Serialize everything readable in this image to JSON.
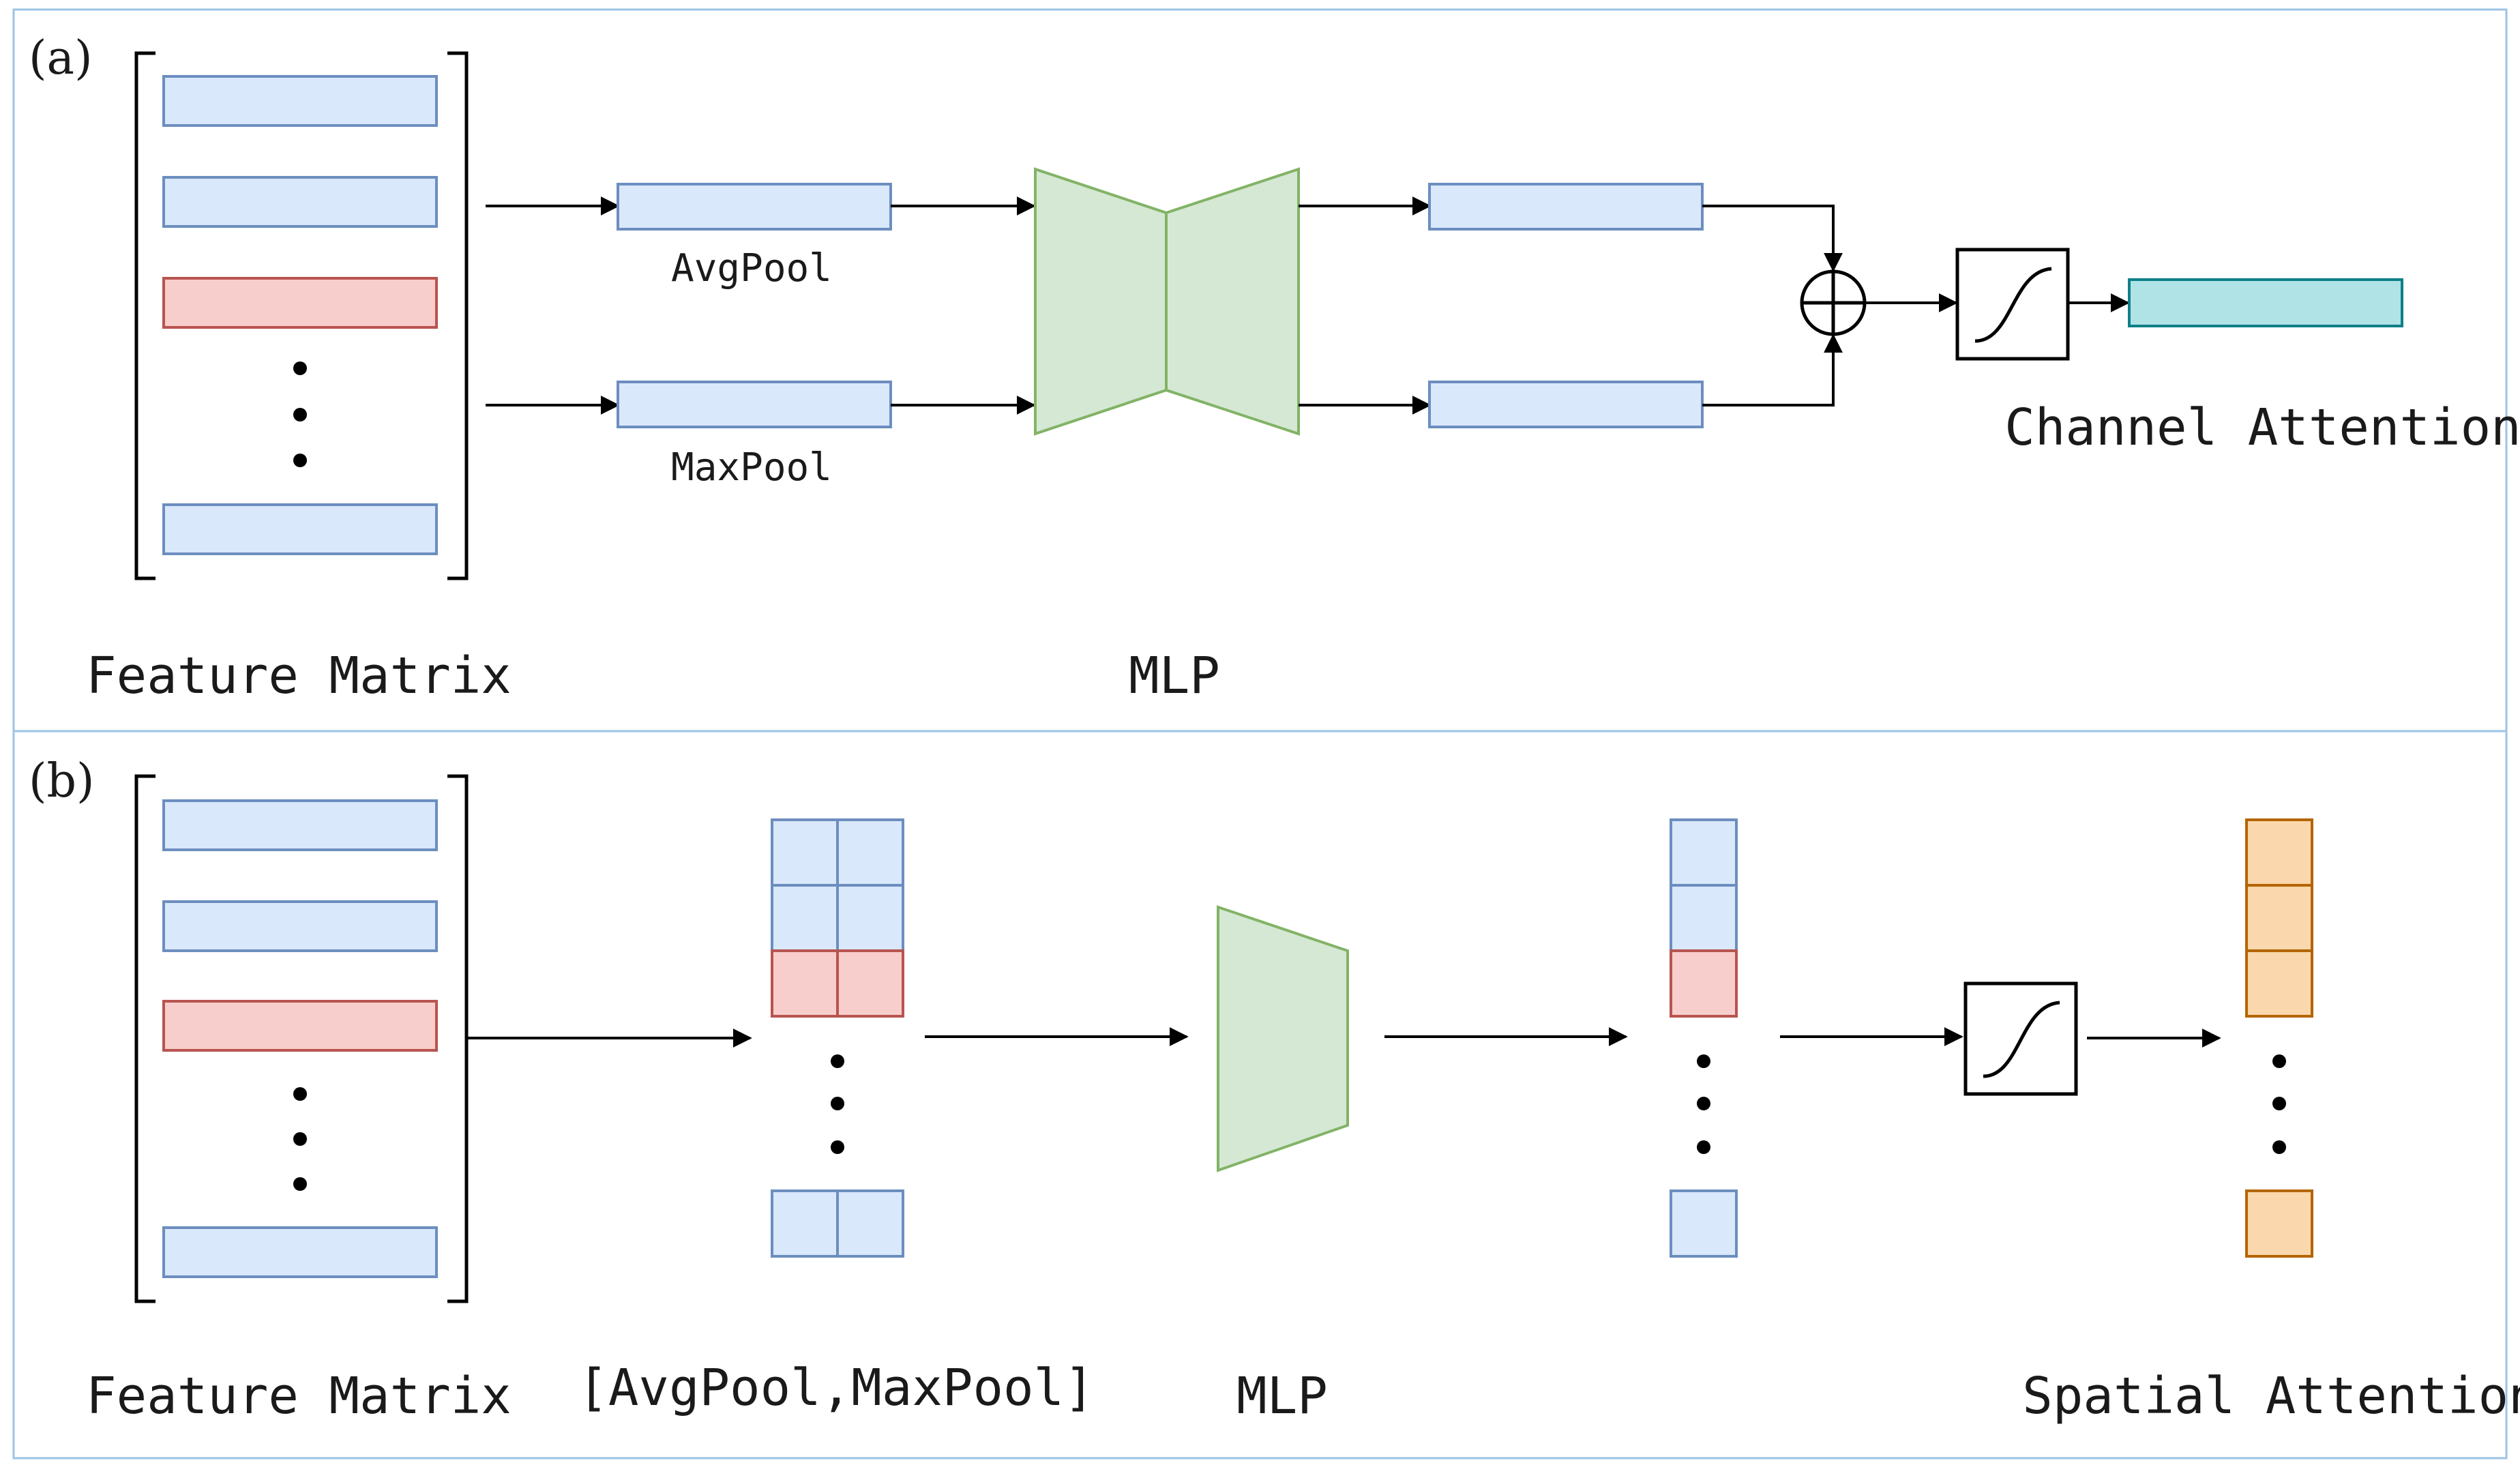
{
  "panel_a": {
    "tag": "(a)",
    "feature_matrix_label": "Feature Matrix",
    "avgpool_label": "AvgPool",
    "maxpool_label": "MaxPool",
    "mlp_label": "MLP",
    "output_label": "Channel Attention"
  },
  "panel_b": {
    "tag": "(b)",
    "feature_matrix_label": "Feature Matrix",
    "concat_label": "[AvgPool,MaxPool]",
    "mlp_label": "MLP",
    "output_label": "Spatial Attention"
  },
  "colors": {
    "panel_border": "#9dc3e6",
    "blue_fill": "#dae8fc",
    "blue_stroke": "#6c8ebf",
    "red_fill": "#f8cecc",
    "red_stroke": "#b85450",
    "green_fill": "#d5e8d4",
    "green_stroke": "#82b366",
    "teal_fill": "#b0e3e6",
    "teal_stroke": "#0e8088",
    "orange_fill": "#fad7ac",
    "orange_stroke": "#b46504"
  }
}
